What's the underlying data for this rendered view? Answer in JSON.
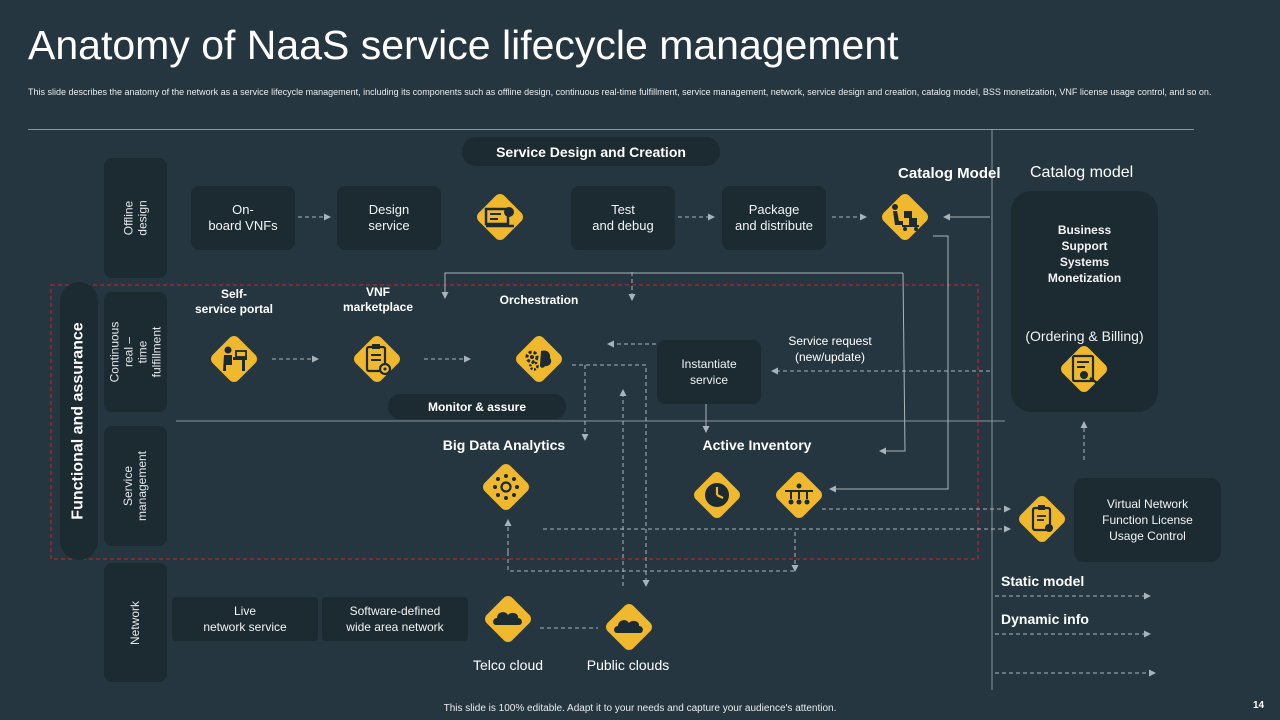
{
  "slide": {
    "title": "Anatomy of NaaS service lifecycle management",
    "subtitle": "This slide describes the anatomy of the network as a service lifecycle management, including its components such as offline design, continuous real-time fulfillment, service management, network, service design and creation, catalog model, BSS monetization, VNF license usage control, and so on.",
    "footer": "This slide is 100% editable.  Adapt it to your needs and capture your audience's attention.",
    "page_number": "14"
  },
  "colors": {
    "background": "#263640",
    "panel": "#1c2a32",
    "accent": "#f0b82c",
    "dashed_border": "#c8232c"
  },
  "rows": {
    "offline_design": "Offline design",
    "continuous": "Continuous real –\ntime fulfillment",
    "service_mgmt": "Service\nmanagement",
    "network": "Network",
    "functional": "Functional and assurance"
  },
  "headers": {
    "service_design": "Service Design and Creation",
    "catalog_bold": "Catalog Model",
    "catalog_normal": "Catalog model",
    "monitor": "Monitor & assure"
  },
  "boxes": {
    "onboard": "On-\nboard VNFs",
    "design": "Design\nservice",
    "test": "Test\nand debug",
    "package": "Package\nand distribute",
    "instantiate": "Instantiate\nservice",
    "live": "Live\nnetwork service",
    "sdwan": "Software-defined\nwide area network",
    "vnf_license": "Virtual Network\nFunction License\nUsage Control"
  },
  "bss": {
    "title": "Business\nSupport\nSystems\nMonetization",
    "sub": "(Ordering & Billing)"
  },
  "labels": {
    "self_service": "Self-\nservice portal",
    "vnf_market": "VNF\nmarketplace",
    "orchestration": "Orchestration",
    "service_request": "Service request\n(new/update)",
    "big_data": "Big Data Analytics",
    "active_inventory": "Active Inventory",
    "telco": "Telco cloud",
    "public": "Public clouds",
    "static_model": "Static model",
    "dynamic_info": "Dynamic info"
  },
  "icons": {
    "design_tools": "blueprint-icon",
    "catalog": "forklift-boxes-icon",
    "portal": "person-at-desk-icon",
    "marketplace": "clipboard-gear-icon",
    "orchestration": "gears-brain-icon",
    "bigdata": "analytics-hub-icon",
    "clock": "clock-icon",
    "inventory": "network-flow-icon",
    "bss": "billing-document-icon",
    "license": "license-clipboard-icon",
    "telco": "cloud-icon",
    "public": "cloud-icon"
  }
}
